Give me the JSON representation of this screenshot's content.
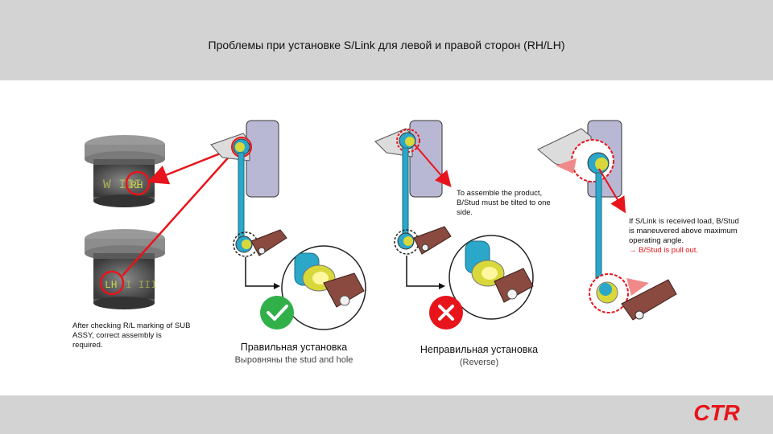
{
  "header": {
    "title": "Проблемы при установке S/Link для левой и правой сторон (RH/LH)"
  },
  "left_panel": {
    "note": "After checking R/L marking of SUB ASSY, correct assembly is required.",
    "mark_top": "RH",
    "mark_bottom": "LH"
  },
  "correct": {
    "title": "Правильная установка",
    "subtitle": "Выровняны the stud and hole"
  },
  "incorrect": {
    "title": "Неправильная установка",
    "subtitle": "(Reverse)",
    "note": "To assemble the product, B/Stud must be tilted to one side."
  },
  "failure": {
    "note": "If S/Link is received load, B/Stud is maneuvered above maximum operating angle.",
    "result": "→ B/Stud is pull out."
  },
  "footer": {
    "logo": "CTR"
  },
  "colors": {
    "header_bg": "#d3d3d3",
    "accent_red": "#e8141b",
    "link_blue": "#2aa7c9",
    "check_green": "#31b04a",
    "strut_purple": "#b9b8d4",
    "bracket_brown": "#8a4a40"
  }
}
